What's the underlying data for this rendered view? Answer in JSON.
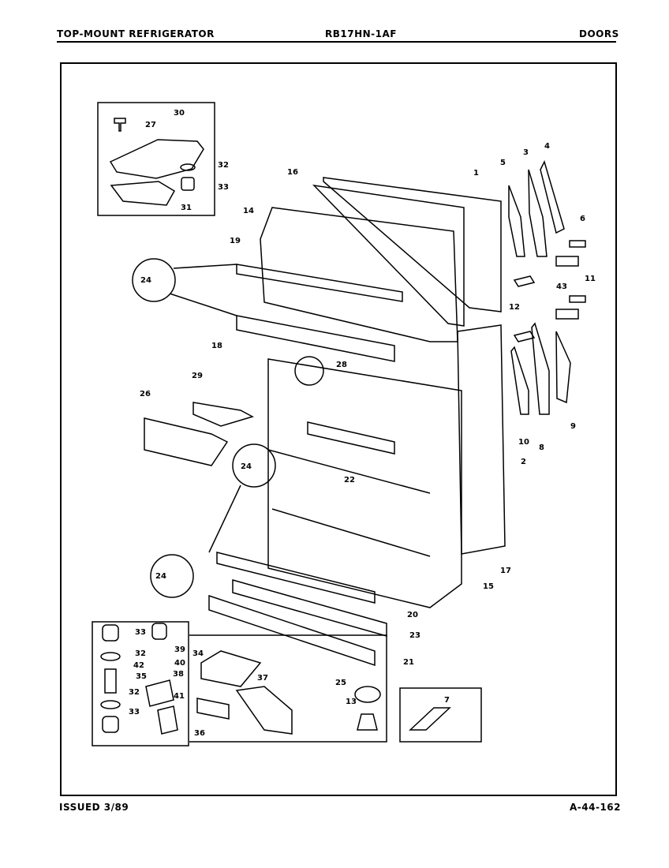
{
  "header": {
    "left": "TOP-MOUNT REFRIGERATOR",
    "center": "RB17HN-1AF",
    "right": "DOORS"
  },
  "footer": {
    "left": "ISSUED 3/89",
    "right": "A-44-162"
  },
  "callouts": {
    "p1": "1",
    "p2": "2",
    "p3": "3",
    "p4": "4",
    "p5": "5",
    "p6": "6",
    "p7": "7",
    "p8": "8",
    "p9": "9",
    "p10": "10",
    "p11": "11",
    "p12": "12",
    "p13": "13",
    "p14": "14",
    "p15": "15",
    "p16": "16",
    "p17": "17",
    "p18": "18",
    "p19": "19",
    "p20": "20",
    "p21": "21",
    "p22": "22",
    "p23": "23",
    "p24a": "24",
    "p24b": "24",
    "p24c": "24",
    "p25": "25",
    "p26": "26",
    "p27": "27",
    "p28": "28",
    "p29": "29",
    "p30": "30",
    "p31": "31",
    "p32a": "32",
    "p32b": "32",
    "p32c": "32",
    "p33a": "33",
    "p33b": "33",
    "p33c": "33",
    "p34": "34",
    "p35": "35",
    "p36": "36",
    "p37": "37",
    "p38": "38",
    "p39": "39",
    "p40": "40",
    "p41": "41",
    "p42": "42",
    "p43": "43"
  }
}
